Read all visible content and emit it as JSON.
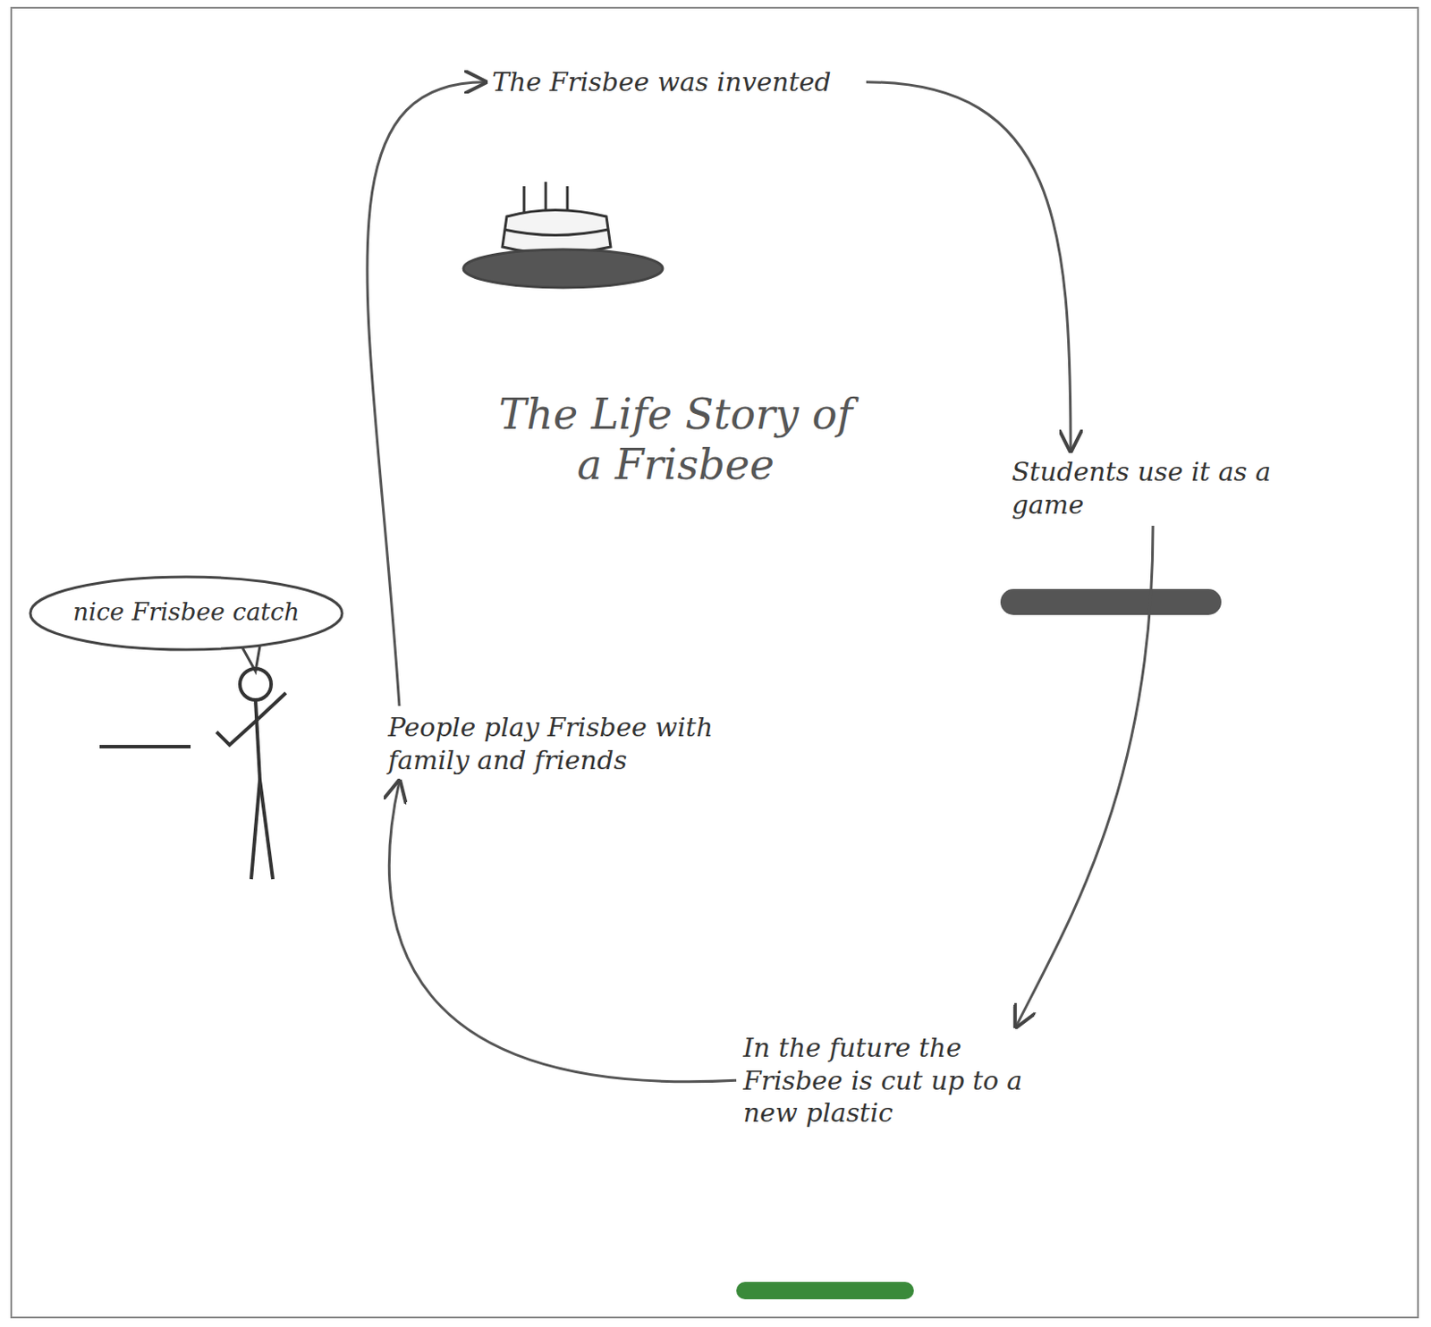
{
  "diagram": {
    "title": "The Life Story of a Frisbee",
    "nodes": [
      {
        "text": [
          "The Frisbee was invented"
        ]
      },
      {
        "text": [
          "Students use it as a game"
        ]
      },
      {
        "text": [
          "In the future the Frisbee is cut up to a new plastic"
        ]
      },
      {
        "text": [
          "People play Frisbee with family and friends"
        ]
      }
    ],
    "edges": [
      {
        "from": 0,
        "to": 1,
        "arrow": "to"
      },
      {
        "from": 1,
        "to": 2,
        "arrow": "to"
      },
      {
        "from": 2,
        "to": 3,
        "arrow": "to"
      },
      {
        "from": 3,
        "to": 0,
        "arrow": "to"
      }
    ],
    "labels": [
      "nice Frisbee catch"
    ]
  }
}
